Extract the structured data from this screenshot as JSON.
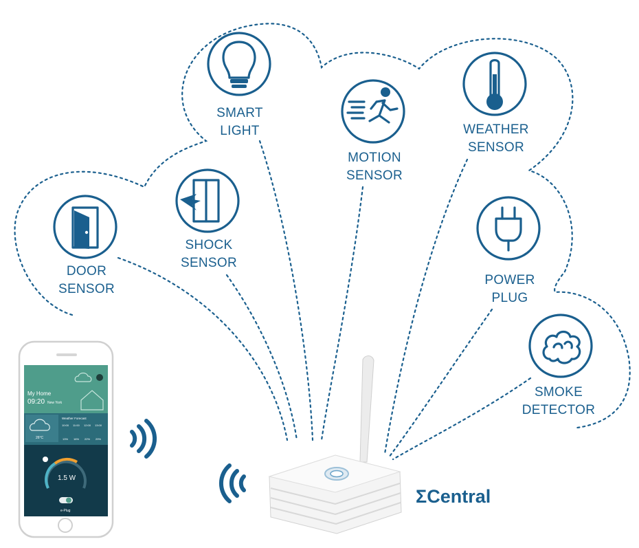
{
  "devices": {
    "door": {
      "line1": "DOOR",
      "line2": "SENSOR",
      "icon": "door-icon"
    },
    "shock": {
      "line1": "SHOCK",
      "line2": "SENSOR",
      "icon": "shock-icon"
    },
    "light": {
      "line1": "SMART",
      "line2": "LIGHT",
      "icon": "lightbulb-icon"
    },
    "motion": {
      "line1": "MOTION",
      "line2": "SENSOR",
      "icon": "running-person-icon"
    },
    "weather": {
      "line1": "WEATHER",
      "line2": "SENSOR",
      "icon": "thermometer-icon"
    },
    "plug": {
      "line1": "POWER",
      "line2": "PLUG",
      "icon": "plug-icon"
    },
    "smoke": {
      "line1": "SMOKE",
      "line2": "DETECTOR",
      "icon": "smoke-icon"
    }
  },
  "hub": {
    "brand": "ΣCentral"
  },
  "phone": {
    "home_title": "My Home",
    "time": "09:20",
    "city": "New York",
    "temp": "26°C",
    "forecast_title": "Weather Forecast",
    "forecast_times": [
      "10:00",
      "11:00",
      "12:00",
      "13:00"
    ],
    "forecast_values": [
      "13%",
      "16%",
      "22%",
      "29%"
    ],
    "power": "1.5 W",
    "device": "e-Plug"
  },
  "colors": {
    "accent": "#1a5f8e",
    "phone_teal": "#4f9d8b",
    "phone_dark": "#123a4a"
  }
}
